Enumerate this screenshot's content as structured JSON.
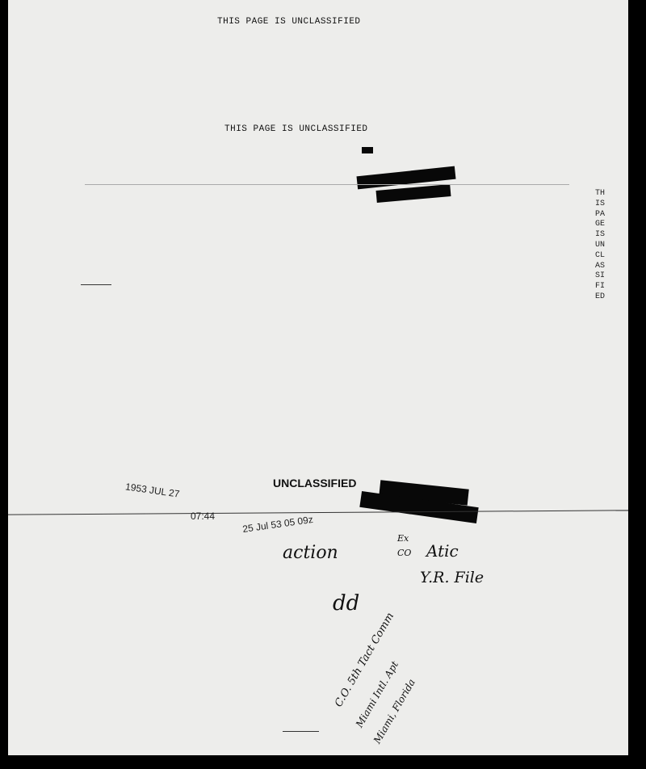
{
  "header": {
    "top_marking": "THIS PAGE IS UNCLASSIFIED",
    "second_marking": "THIS PAGE IS UNCLASSIFIED",
    "side_marking": "THISPAGEISUNCLASSIFIED"
  },
  "stamps": {
    "classification": "UNCLASSIFIED",
    "received_date": "1953 JUL 27",
    "received_time": "07:44",
    "dtg": "25 Jul 53 05 09z"
  },
  "handwriting": {
    "action": "action",
    "initials": "dd",
    "routing": [
      "Ex",
      "CO",
      "Atic",
      "Y.R. File"
    ],
    "note": [
      "C.O. 5th Tact Comm",
      "Miami Intl. Apt",
      "Miami, Florida"
    ]
  }
}
